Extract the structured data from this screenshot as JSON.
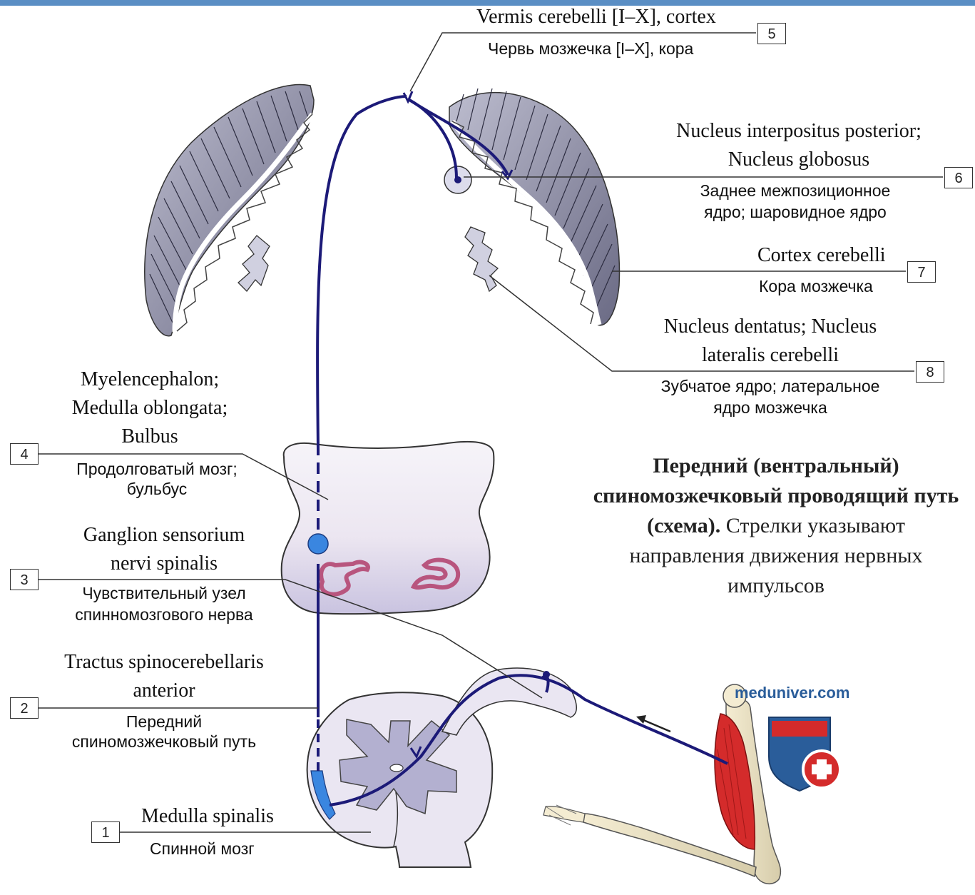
{
  "labels": {
    "n5": {
      "number": "5",
      "latin": "Vermis cerebelli [I–X], cortex",
      "russian": "Червь мозжечка [I–X], кора"
    },
    "n6": {
      "number": "6",
      "latin_1": "Nucleus interpositus posterior;",
      "latin_2": "Nucleus globosus",
      "russian_1": "Заднее межпозиционное",
      "russian_2": "ядро; шаровидное ядро"
    },
    "n7": {
      "number": "7",
      "latin": "Cortex cerebelli",
      "russian": "Кора мозжечка"
    },
    "n8": {
      "number": "8",
      "latin_1": "Nucleus dentatus; Nucleus",
      "latin_2": "lateralis cerebelli",
      "russian_1": "Зубчатое ядро; латеральное",
      "russian_2": "ядро мозжечка"
    },
    "n4": {
      "number": "4",
      "latin_1": "Myelencephalon;",
      "latin_2": "Medulla oblongata;",
      "latin_3": "Bulbus",
      "russian_1": "Продолговатый мозг;",
      "russian_2": "бульбус"
    },
    "n3": {
      "number": "3",
      "latin_1": "Ganglion sensorium",
      "latin_2": "nervi spinalis",
      "russian_1": "Чувствительный узел",
      "russian_2": "спинномозгового нерва"
    },
    "n2": {
      "number": "2",
      "latin_1": "Tractus spinocerebellaris",
      "latin_2": "anterior",
      "russian_1": "Передний",
      "russian_2": "спиномозжечковый путь"
    },
    "n1": {
      "number": "1",
      "latin": "Medulla spinalis",
      "russian": "Спинной мозг"
    }
  },
  "caption": {
    "bold": "Передний (вентральный) спиномозжечковый проводящий путь (схема).",
    "normal": "Стрелки указывают направления движения нервных импульсов"
  },
  "watermark": "meduniver.com",
  "colors": {
    "pathway": "#1c1a78",
    "tissue": "#e9e6f2",
    "highlight": "#3a86e0",
    "muscle": "#d42b2b",
    "header_bar": "#5a8ec4"
  }
}
